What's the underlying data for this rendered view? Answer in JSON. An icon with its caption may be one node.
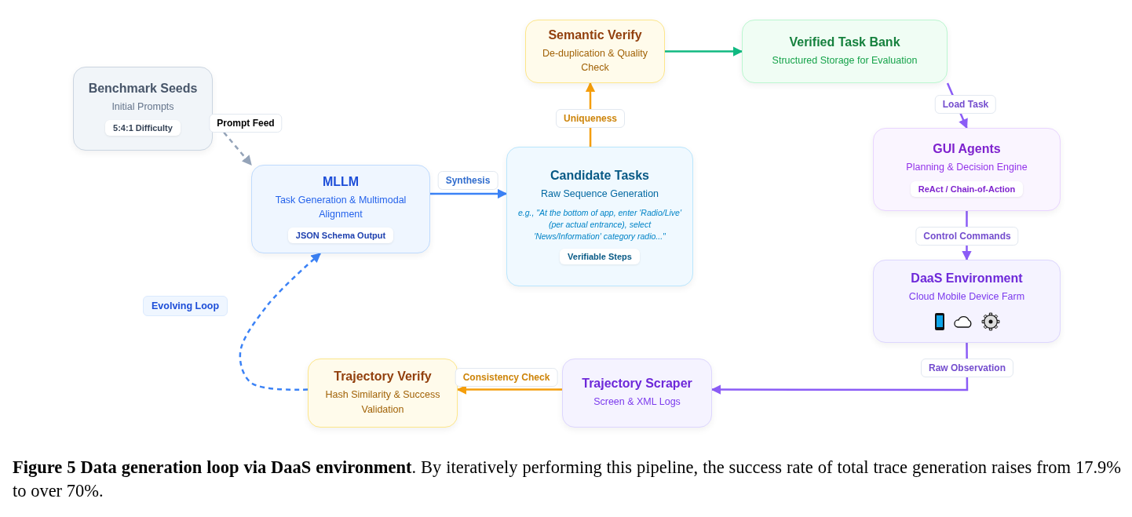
{
  "diagram": {
    "caption": "**Figure 5 Data generation loop via DaaS environment**. By iteratively performing this pipeline, the success rate of total trace generation raises from 17.9% to over 70%.",
    "nodes": [
      {
        "text": [
          "Benchmark Seeds",
          "Initial Prompts",
          "5:4:1 Difficulty"
        ]
      },
      {
        "text": [
          "MLLM",
          "Task Generation & Multimodal Alignment",
          "JSON Schema Output"
        ]
      },
      {
        "text": [
          "Candidate Tasks",
          "Raw Sequence Generation",
          "e.g., \"At the bottom of app, enter 'Radio/Live' (per actual entrance), select 'News/Information' category radio...\"",
          "Verifiable Steps"
        ]
      },
      {
        "text": [
          "Semantic Verify",
          "De-duplication & Quality Check"
        ]
      },
      {
        "text": [
          "Verified Task Bank",
          "Structured Storage for Evaluation"
        ]
      },
      {
        "text": [
          "GUI Agents",
          "Planning & Decision Engine",
          "ReAct / Chain-of-Action"
        ]
      },
      {
        "text": [
          "DaaS Environment",
          "Cloud Mobile Device Farm"
        ]
      },
      {
        "text": [
          "Trajectory Scraper",
          "Screen & XML Logs"
        ]
      },
      {
        "text": [
          "Trajectory Verify",
          "Hash Similarity & Success Validation"
        ]
      }
    ],
    "edges": [
      {
        "from": 0,
        "to": 1,
        "arrow": "to",
        "label": "Prompt Feed",
        "style": "dashed",
        "color": "#94a3b8"
      },
      {
        "from": 1,
        "to": 2,
        "arrow": "to",
        "label": "Synthesis",
        "color": "#3b82f6"
      },
      {
        "from": 2,
        "to": 3,
        "arrow": "to",
        "label": "Uniqueness",
        "color": "#f59e0b"
      },
      {
        "from": 3,
        "to": 4,
        "arrow": "to",
        "color": "#10b981"
      },
      {
        "from": 4,
        "to": 5,
        "arrow": "to",
        "label": "Load Task",
        "color": "#8b5cf6"
      },
      {
        "from": 5,
        "to": 6,
        "arrow": "to",
        "label": "Control Commands",
        "color": "#8b5cf6"
      },
      {
        "from": 6,
        "to": 7,
        "arrow": "to",
        "label": "Raw Observation",
        "color": "#8b5cf6"
      },
      {
        "from": 7,
        "to": 8,
        "arrow": "to",
        "label": "Consistency Check",
        "color": "#f59e0b"
      },
      {
        "from": 8,
        "to": 1,
        "arrow": "to",
        "style": "dashed",
        "color": "#3b82f6"
      }
    ],
    "labels": [
      "Evolving Loop"
    ]
  }
}
